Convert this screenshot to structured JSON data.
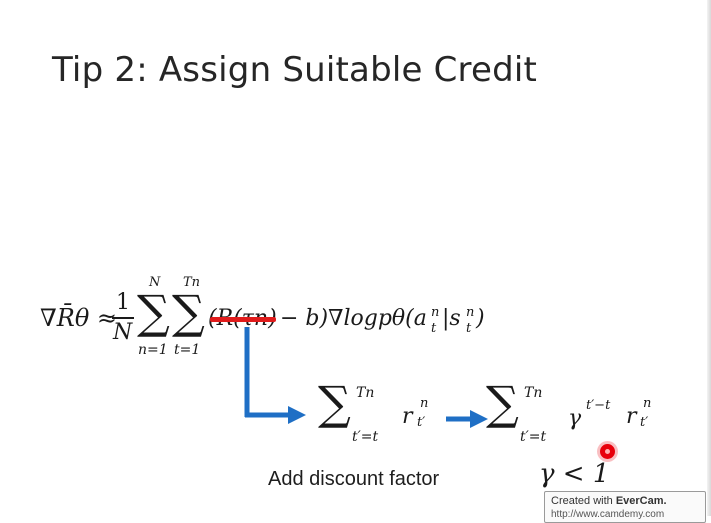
{
  "slide": {
    "title": "Tip 2: Assign Suitable Credit",
    "caption": "Add discount factor"
  },
  "formula_main": {
    "lhs": "∇R̄θ ≈",
    "frac_num": "1",
    "frac_den": "N",
    "sum1_upper": "N",
    "sum1_lower": "n=1",
    "sum2_upper": "Tn",
    "sum2_lower": "t=1",
    "struck_term": "(R(τn)",
    "rest": "− b)∇logpθ(a",
    "a_sup": "n",
    "a_sub": "t",
    "bar": "|s",
    "s_sup": "n",
    "s_sub": "t",
    "close": ")"
  },
  "formula_sum": {
    "upper": "Tn",
    "lower": "t′=t",
    "term": "r",
    "sup": "n",
    "sub": "t′"
  },
  "formula_discounted": {
    "upper": "Tn",
    "lower": "t′=t",
    "gamma": "γ",
    "gamma_exp": "t′−t",
    "term": "r",
    "sup": "n",
    "sub": "t′"
  },
  "condition": "γ < 1",
  "watermark": {
    "line1_prefix": "Created with ",
    "line1_brand": "EverCam.",
    "line2": "http://www.camdemy.com"
  },
  "colors": {
    "arrow": "#1f6fc5",
    "strike": "#e01b1b",
    "cursor": "#e8000b"
  }
}
